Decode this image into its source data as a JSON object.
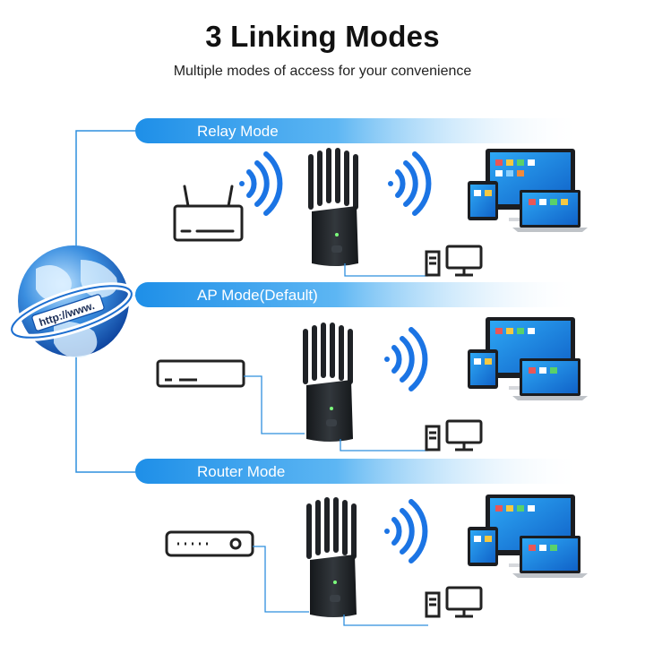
{
  "header": {
    "title": "3 Linking Modes",
    "subtitle": "Multiple modes of access for your convenience"
  },
  "globe": {
    "url_text": "http://www."
  },
  "modes": [
    {
      "label": "Relay Mode"
    },
    {
      "label": "AP Mode(Default)"
    },
    {
      "label": "Router Mode"
    }
  ],
  "colors": {
    "band_start": "#1e8fe8",
    "band_end": "#ffffff",
    "connector": "#2f8fde",
    "device_body": "#1f2226",
    "icon_stroke": "#222222",
    "wifi_blue": "#1b74e4",
    "screen_blue": "#1c8ce8"
  }
}
